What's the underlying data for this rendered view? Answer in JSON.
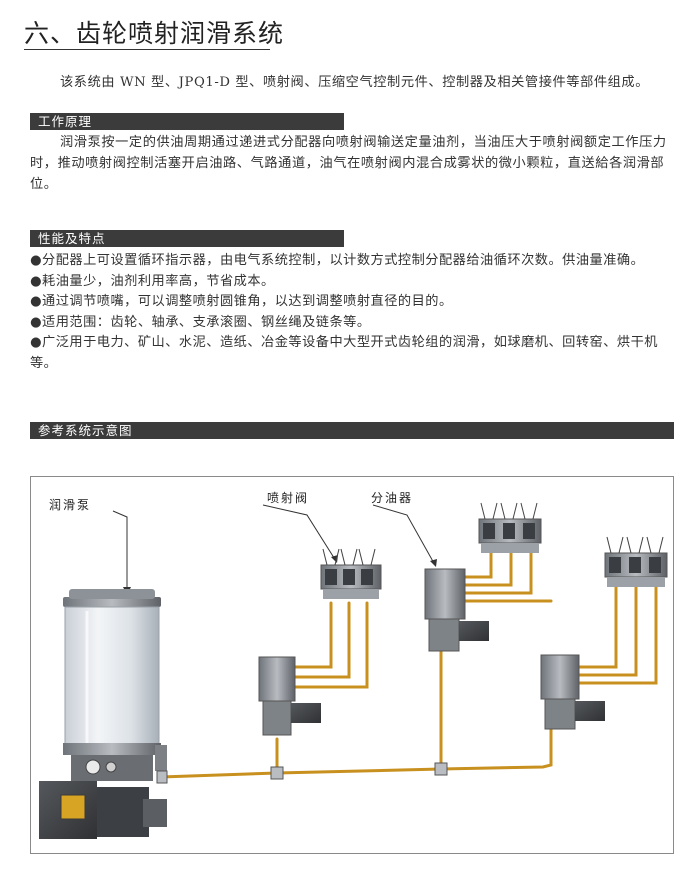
{
  "title": "六、齿轮喷射润滑系统",
  "intro": "该系统由 WN 型、JPQ1-D 型、喷射阀、压缩空气控制元件、控制器及相关管接件等部件组成。",
  "sections": {
    "principle": {
      "heading": "工作原理",
      "text": "润滑泵按一定的供油周期通过递进式分配器向喷射阀输送定量油剂，当油压大于喷射阀额定工作压力时，推动喷射阀控制活塞开启油路、气路通道，油气在喷射阀内混合成雾状的微小颗粒，直送給各润滑部位。"
    },
    "features": {
      "heading": "性能及特点",
      "items": [
        "●分配器上可设置循环指示器，由电气系统控制，以计数方式控制分配器给油循环次数。供油量准确。",
        "●耗油量少，油剂利用率高，节省成本。",
        "●通过调节喷嘴，可以调整喷射圆锥角，以达到调整喷射直径的目的。",
        "●适用范围：齿轮、轴承、支承滚圈、钢丝绳及链条等。",
        "●广泛用于电力、矿山、水泥、造纸、冶金等设备中大型开式齿轮组的润滑，如球磨机、回转窑、烘干机等。"
      ]
    },
    "diagram": {
      "heading": "参考系统示意图",
      "labels": {
        "pump": "润滑泵",
        "valve": "喷射阀",
        "distributor": "分油器"
      }
    }
  },
  "colors": {
    "pipe": "#c8901e",
    "bar": "#3b3b3b",
    "steel": "#8d9298",
    "dark": "#4a4d52"
  }
}
